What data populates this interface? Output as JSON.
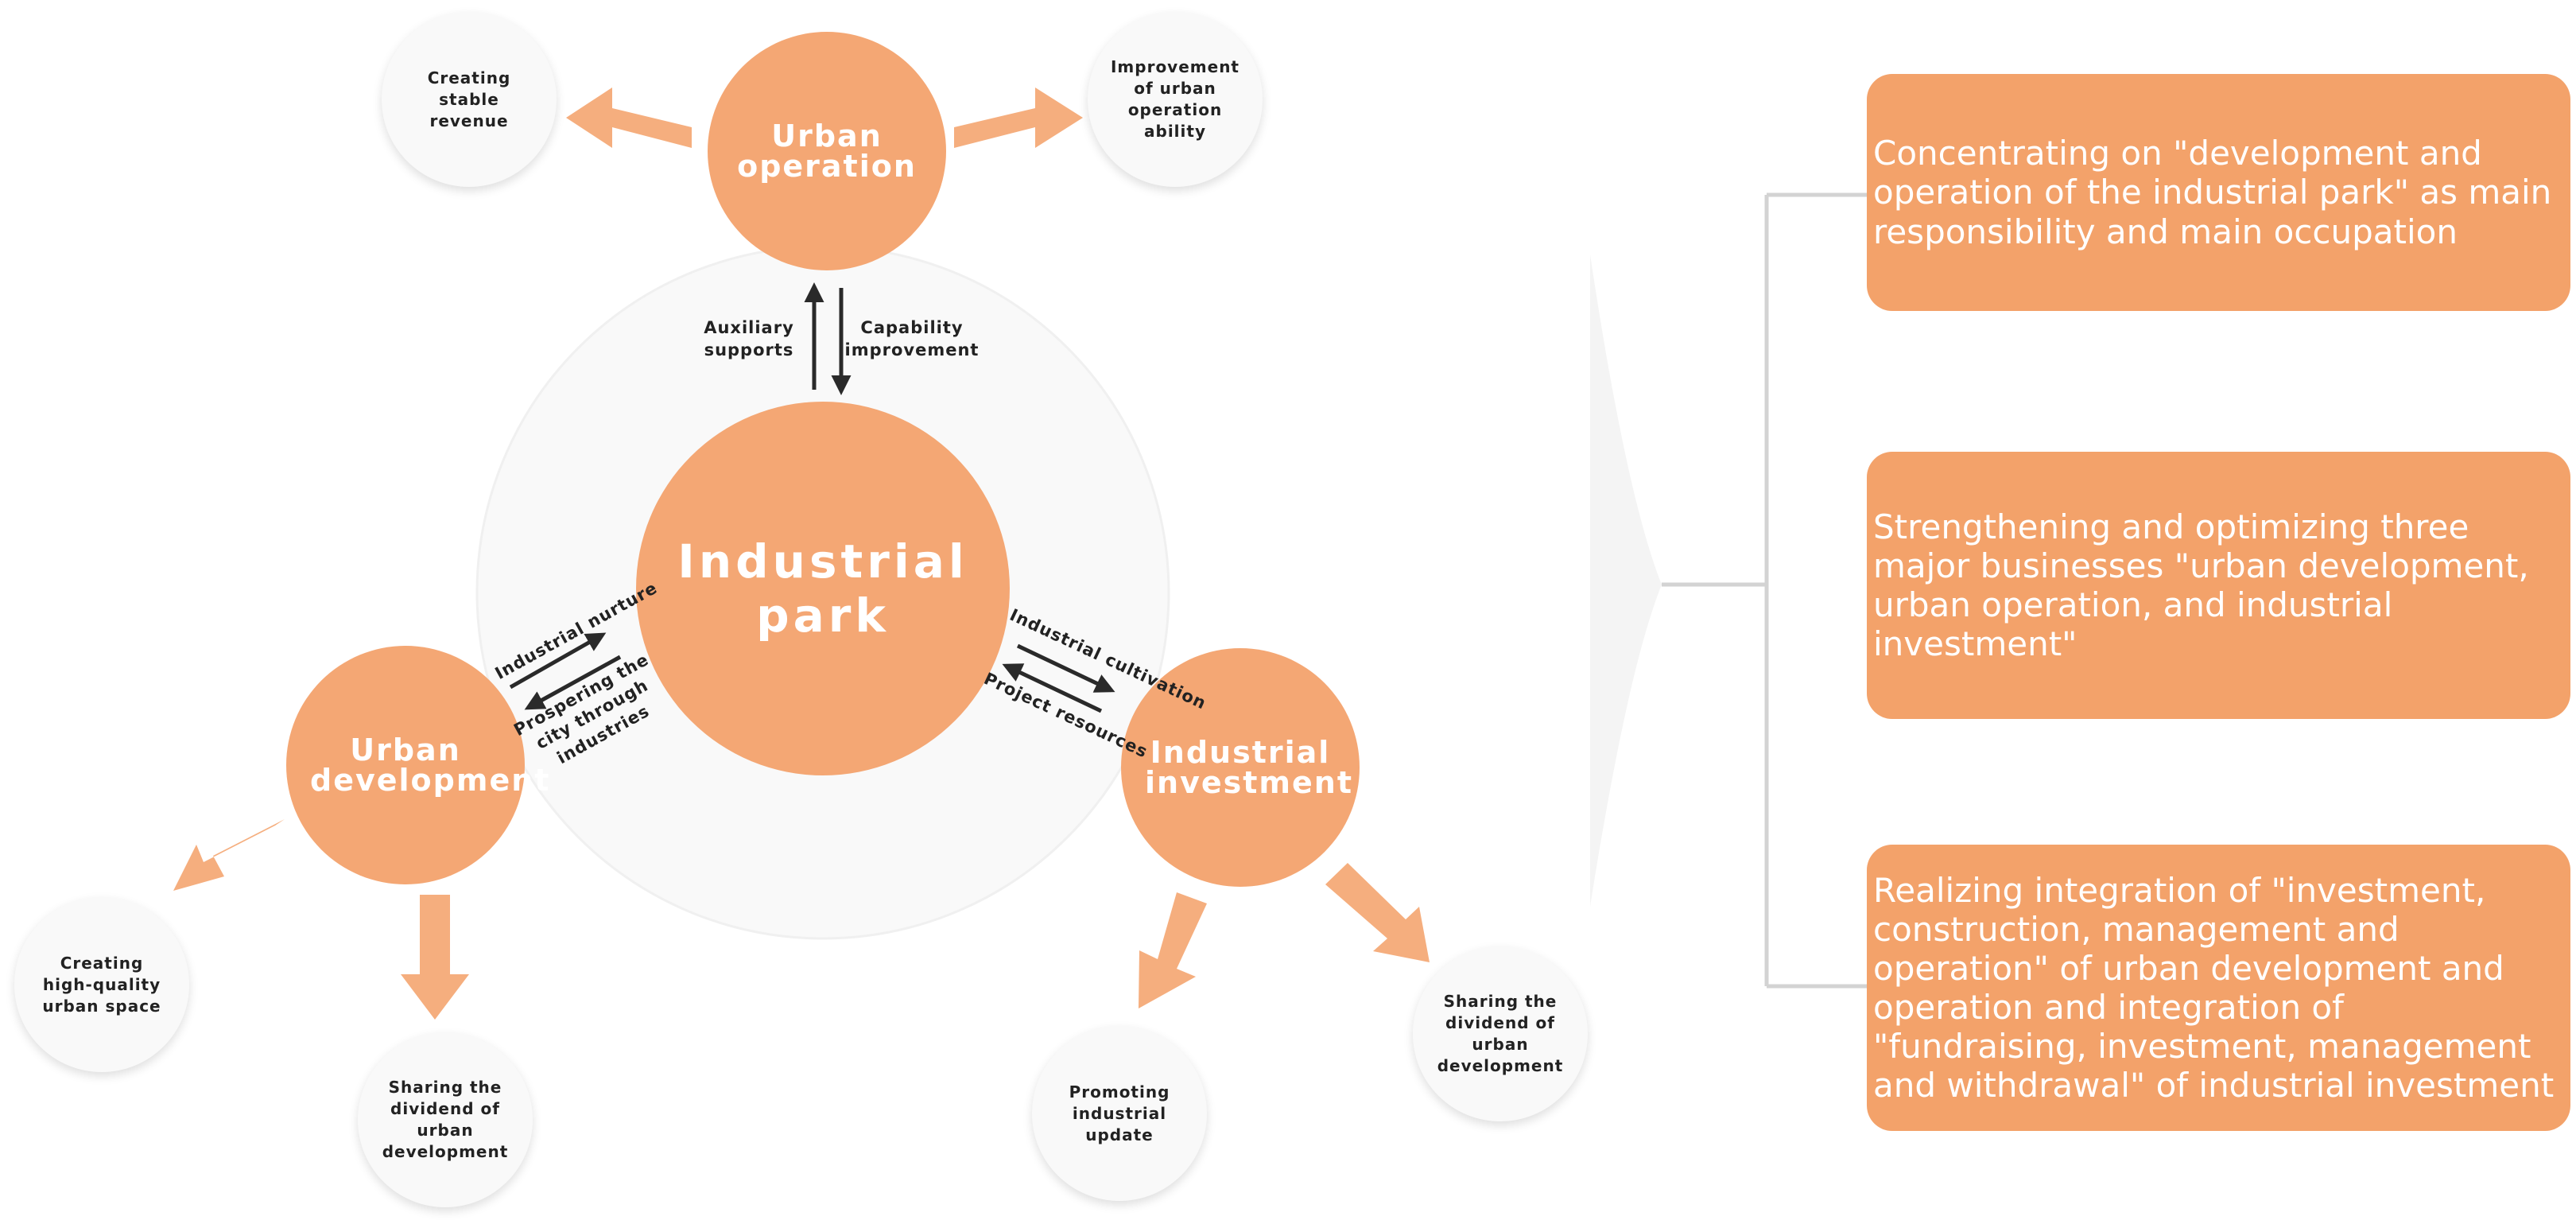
{
  "hub": {
    "label": "Industrial park"
  },
  "nodes": {
    "operation": "Urban operation",
    "development": "Urban development",
    "investment": "Industrial investment"
  },
  "satellites": {
    "stable_revenue": "Creating stable revenue",
    "operation_ability": "Improvement of urban operation ability",
    "urban_space": "Creating high-quality urban space",
    "dividend_dev": "Sharing the dividend of urban development",
    "industrial_update": "Promoting industrial update",
    "dividend_inv": "Sharing the dividend of urban development"
  },
  "links": {
    "auxiliary": "Auxiliary supports",
    "capability": "Capability improvement",
    "nurture": "Industrial nurture",
    "prospering": "Prospering the city through industries",
    "cultivation": "Industrial cultivation",
    "resources": "Project resources"
  },
  "boxes": [
    "Concentrating on \"development and operation of the industrial park\" as main responsibility and main occupation",
    "Strengthening and optimizing three major businesses \"urban development, urban operation, and industrial investment\"",
    "Realizing integration of \"investment, construction, management and operation\" of urban development and operation and integration of \"fundraising, investment, management and withdrawal\" of industrial investment"
  ],
  "colors": {
    "accent": "#f3a26a",
    "node": "#f4a774",
    "satellite": "#f9f9f9",
    "arrow_dark": "#2a2a2a",
    "connector": "#d3d3d3"
  }
}
